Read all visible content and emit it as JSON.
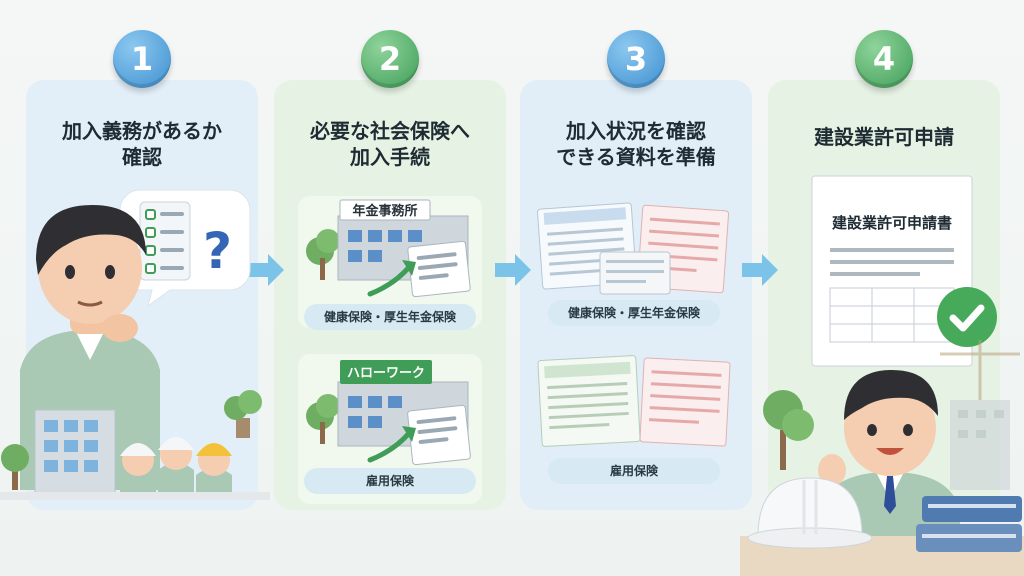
{
  "steps": [
    {
      "number": "1",
      "title_lines": [
        "加入義務があるか",
        "確認"
      ]
    },
    {
      "number": "2",
      "title_lines": [
        "必要な社会保険へ",
        "加入手続"
      ]
    },
    {
      "number": "3",
      "title_lines": [
        "加入状況を確認",
        "できる資料を準備"
      ]
    },
    {
      "number": "4",
      "title_lines": [
        "建設業許可申請"
      ]
    }
  ],
  "step2": {
    "office1_sign": "年金事務所",
    "office1_label": "健康保険・厚生年金保険",
    "office2_sign": "ハローワーク",
    "office2_label": "雇用保険"
  },
  "step3": {
    "docs1_label": "健康保険・厚生年金保険",
    "docs2_label": "雇用保険"
  },
  "step4": {
    "document_title": "建設業許可申請書"
  },
  "colors": {
    "badge_blue": "#3d8fcf",
    "badge_green": "#3f9d57",
    "arrow": "#7cc3ea",
    "check_green": "#47a95a"
  }
}
